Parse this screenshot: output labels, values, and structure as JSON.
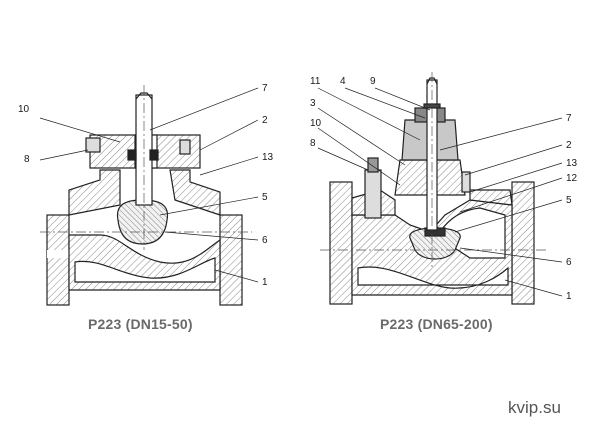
{
  "left_diagram": {
    "caption": "P223 (DN15-50)",
    "callouts": [
      "10",
      "8",
      "7",
      "2",
      "13",
      "5",
      "6",
      "1"
    ]
  },
  "right_diagram": {
    "caption": "P223 (DN65-200)",
    "callouts": [
      "11",
      "4",
      "9",
      "3",
      "10",
      "8",
      "7",
      "2",
      "13",
      "12",
      "5",
      "6",
      "1"
    ]
  },
  "brand": {
    "text": "kvip.su"
  },
  "colors": {
    "stroke": "#222222",
    "hatch": "#777777",
    "shade": "#c8c8c8",
    "caption": "#6a6a6a"
  }
}
